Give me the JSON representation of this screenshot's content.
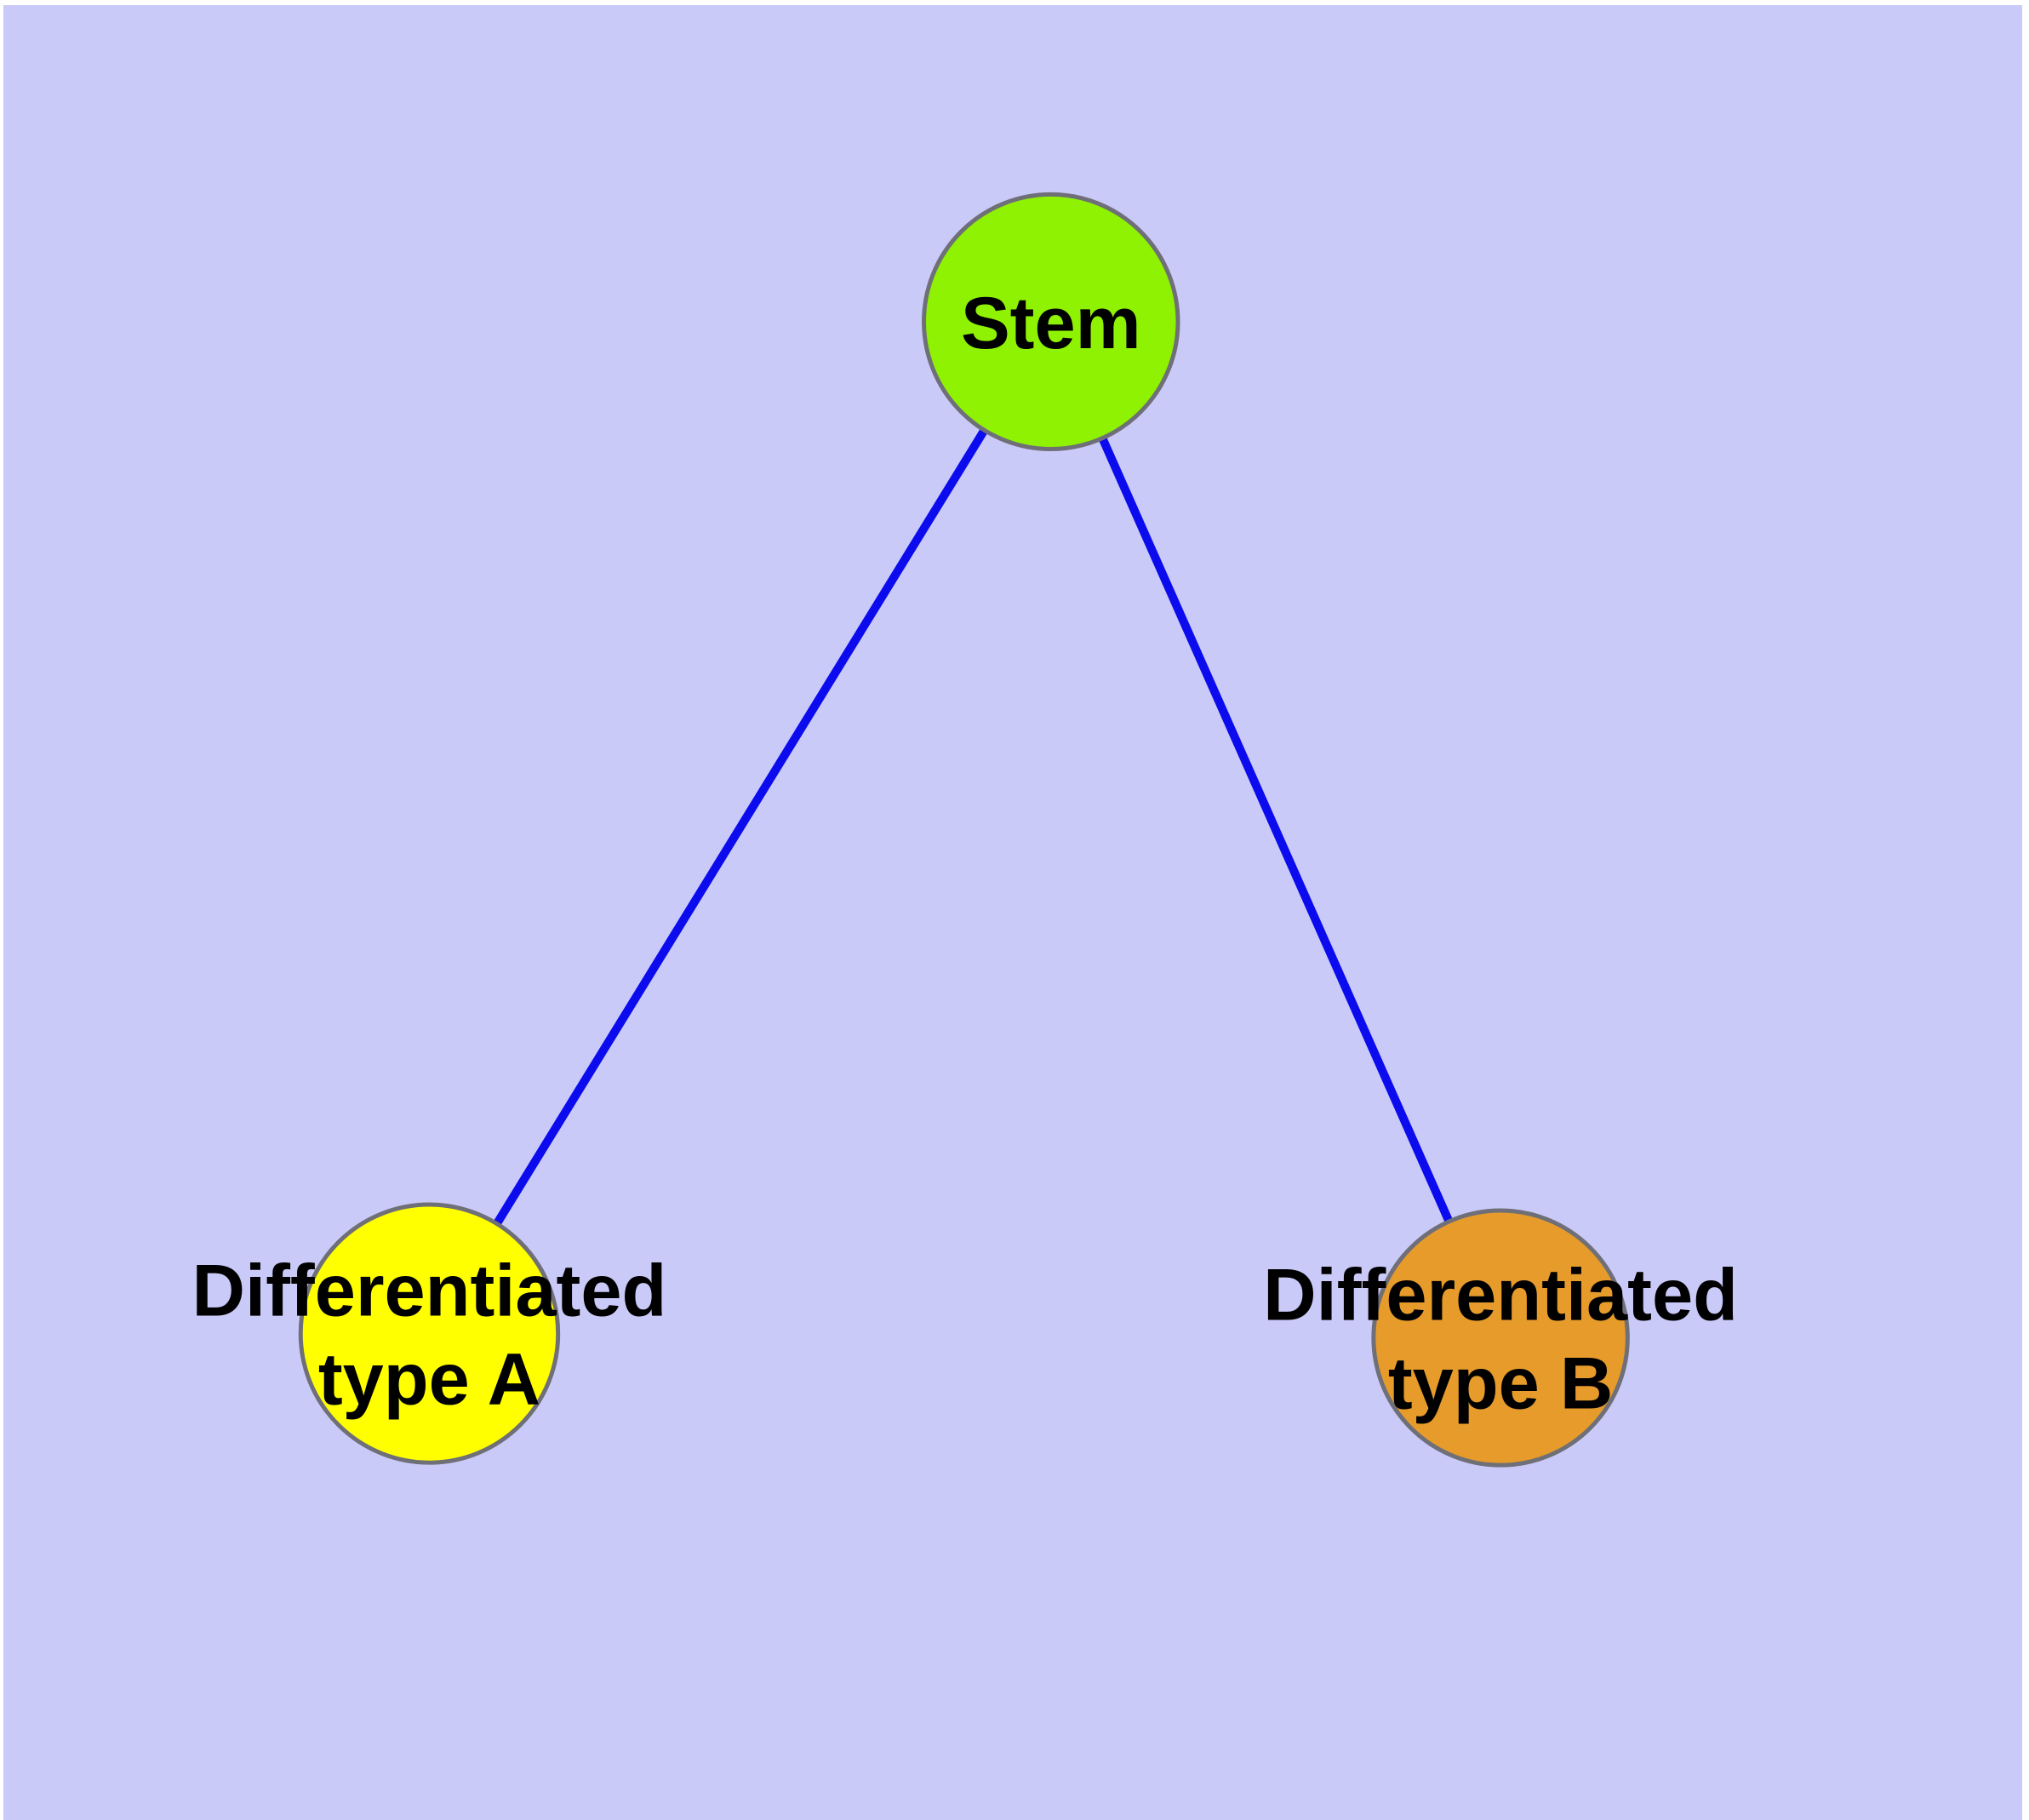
{
  "diagram": {
    "type": "node-link-graph",
    "background_color": "#cacaf9",
    "margin_color": "#ffffff",
    "node_border_color": "#6f6f78",
    "label_color": "#000000",
    "nodes": {
      "stem": {
        "label": "Stem",
        "fill": "#8ef202"
      },
      "typeA": {
        "line1": "Differentiated",
        "line2": "type A",
        "full_label": "Differentiated type A",
        "fill": "#ffff00"
      },
      "typeB": {
        "line1": "Differentiated",
        "line2": "type B",
        "full_label": "Differentiated type B",
        "fill": "#e69b2b"
      }
    },
    "edges": {
      "color": "#0b0bee",
      "list": [
        {
          "from": "Stem",
          "to": "Differentiated type A"
        },
        {
          "from": "Stem",
          "to": "Differentiated type B"
        }
      ]
    }
  }
}
